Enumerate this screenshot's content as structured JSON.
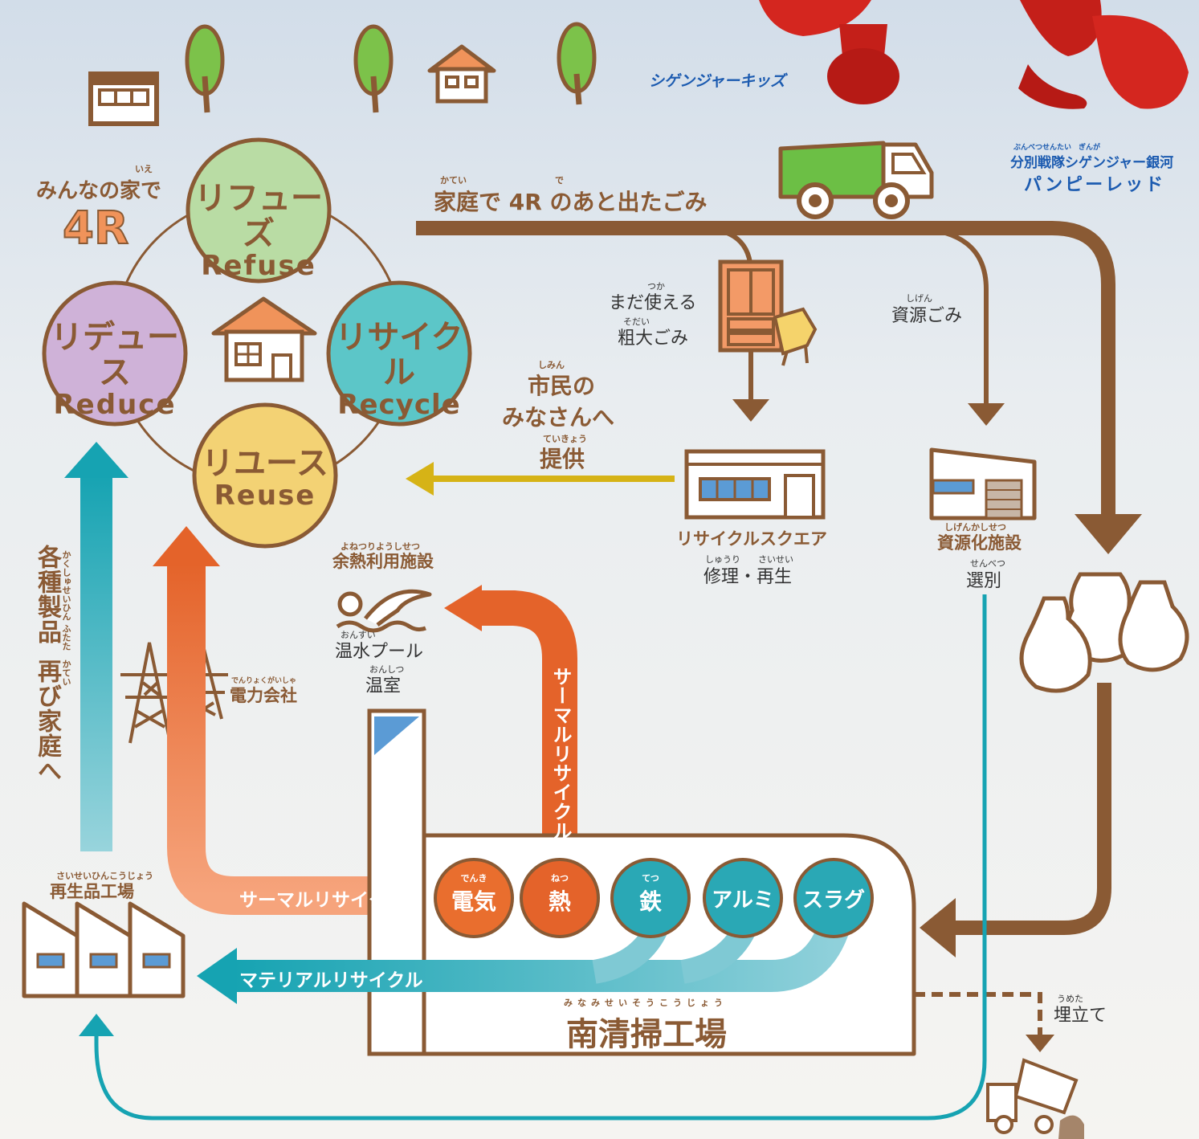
{
  "header": {
    "kids_label": "シゲンジャーキッズ",
    "hero_ruby": "ぶんべつせんたい　ぎんが",
    "hero_line1": "分別戦隊シゲンジャー銀河",
    "hero_line2": "パンピーレッド"
  },
  "four_r": {
    "intro_ruby": "いえ",
    "intro": "みんなの家で",
    "big": "4R",
    "refuse": {
      "jp": "リフューズ",
      "en": "Refuse"
    },
    "reduce": {
      "jp": "リデュース",
      "en": "Reduce"
    },
    "recycle": {
      "jp": "リサイクル",
      "en": "Recycle"
    },
    "reuse": {
      "jp": "リユース",
      "en": "Reuse"
    }
  },
  "flow": {
    "garbage_ruby": "かてい　　　　　　　　　　で",
    "garbage_label": "家庭で 4R のあと出たごみ",
    "bulky_ruby1": "つか",
    "bulky_line1": "まだ使える",
    "bulky_ruby2": "そだい",
    "bulky_line2": "粗大ごみ",
    "resource_ruby": "しげん",
    "resource_label": "資源ごみ",
    "citizens_ruby": "しみん",
    "citizens_line1": "市民の",
    "citizens_line2": "みなさんへ",
    "provide_ruby": "ていきょう",
    "provide": "提供",
    "recycle_square": "リサイクルスクエア",
    "repair_ruby": "しゅうり　　さいせい",
    "repair": "修理・再生",
    "facility_ruby": "しげんかしせつ",
    "facility": "資源化施設",
    "sorting_ruby": "せんべつ",
    "sorting": "選別",
    "waste_heat_ruby": "よねつりようしせつ",
    "waste_heat": "余熱利用施設",
    "pool_ruby": "おんすい",
    "pool": "温水プール",
    "greenhouse_ruby": "おんしつ",
    "greenhouse": "温室",
    "power_ruby": "でんりょくがいしゃ",
    "power": "電力会社",
    "products_vertical_1": "各種製品",
    "products_vertical_2": "再び家庭へ",
    "products_ruby": "かくしゅせいひん ふたた　かてい",
    "factory_ruby": "さいせいひんこうじょう",
    "factory": "再生品工場",
    "thermal_h": "サーマルリサイクル",
    "thermal_v": "サーマルリサイクル",
    "material": "マテリアルリサイクル",
    "landfill_ruby": "うめた",
    "landfill": "埋立て",
    "plant_ruby": "みなみせいそうこうじょう",
    "plant": "南清掃工場"
  },
  "outputs": [
    {
      "ruby": "でんき",
      "label": "電気"
    },
    {
      "ruby": "ねつ",
      "label": "熱"
    },
    {
      "ruby": "てつ",
      "label": "鉄"
    },
    {
      "ruby": "",
      "label": "アルミ"
    },
    {
      "ruby": "",
      "label": "スラグ"
    }
  ],
  "colors": {
    "brown": "#8a5a34",
    "orange": "#e96e2e",
    "teal": "#2aa8b5",
    "yellow": "#d6b316",
    "refuse": "#b9dca4",
    "reduce": "#cfb2d8",
    "recycle": "#5cc6c8",
    "reuse": "#f3d274"
  }
}
